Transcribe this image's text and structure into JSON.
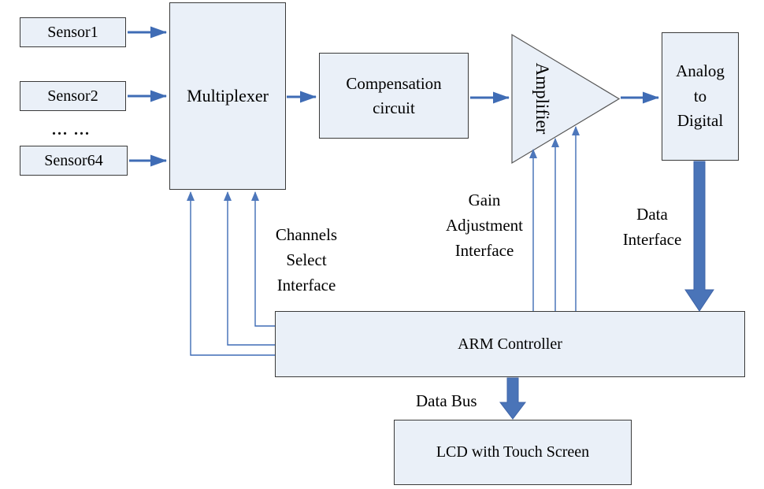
{
  "diagram": {
    "description": "Block diagram of a 64-channel sensor data acquisition system based on an ARM controller",
    "blocks": {
      "sensor1": {
        "label": "Sensor1"
      },
      "sensor2": {
        "label": "Sensor2"
      },
      "ellipsis": {
        "label": "... ..."
      },
      "sensor64": {
        "label": "Sensor64"
      },
      "multiplexer": {
        "label": "Multiplexer"
      },
      "compensation": {
        "lines": [
          "Compensation",
          "circuit"
        ]
      },
      "amplifier": {
        "label": "Amplifier"
      },
      "adc": {
        "lines": [
          "Analog",
          "to",
          "Digital"
        ]
      },
      "arm": {
        "label": "ARM Controller"
      },
      "lcd": {
        "label": "LCD with Touch Screen"
      }
    },
    "labels": {
      "channels_select": {
        "lines": [
          "Channels",
          "Select",
          "Interface"
        ]
      },
      "gain_adjustment": {
        "lines": [
          "Gain",
          "Adjustment",
          "Interface"
        ]
      },
      "data_interface": {
        "lines": [
          "Data",
          "Interface"
        ]
      },
      "data_bus": {
        "label": "Data Bus"
      }
    },
    "colors": {
      "arrow_blue": "#3f6cb5",
      "thin_arrow_blue": "#5b82c4",
      "block_fill": "#eaf0f8",
      "block_border": "#3a3a3a",
      "text": "#000000"
    }
  }
}
